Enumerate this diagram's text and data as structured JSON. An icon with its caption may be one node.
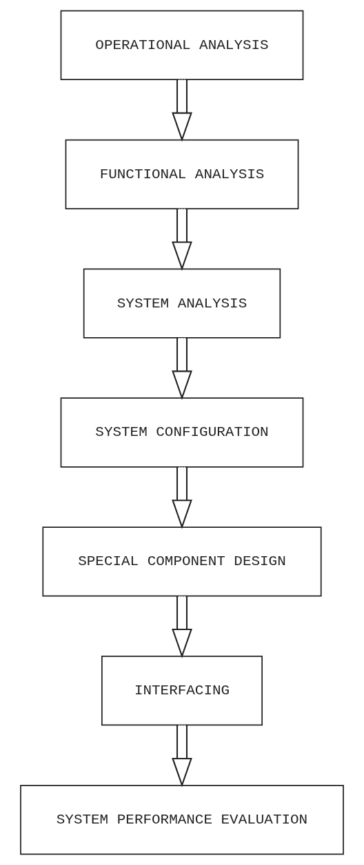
{
  "diagram": {
    "nodes": [
      {
        "text": [
          "OPERATIONAL ANALYSIS"
        ]
      },
      {
        "text": [
          "FUNCTIONAL ANALYSIS"
        ]
      },
      {
        "text": [
          "SYSTEM ANALYSIS"
        ]
      },
      {
        "text": [
          "SYSTEM CONFIGURATION"
        ]
      },
      {
        "text": [
          "SPECIAL COMPONENT DESIGN"
        ]
      },
      {
        "text": [
          "INTERFACING"
        ]
      },
      {
        "text": [
          "SYSTEM PERFORMANCE EVALUATION"
        ]
      }
    ],
    "edges": [
      {
        "from": 0,
        "to": 1,
        "arrow": "to"
      },
      {
        "from": 1,
        "to": 2,
        "arrow": "to"
      },
      {
        "from": 2,
        "to": 3,
        "arrow": "to"
      },
      {
        "from": 3,
        "to": 4,
        "arrow": "to"
      },
      {
        "from": 4,
        "to": 5,
        "arrow": "to"
      },
      {
        "from": 5,
        "to": 6,
        "arrow": "to"
      }
    ]
  }
}
